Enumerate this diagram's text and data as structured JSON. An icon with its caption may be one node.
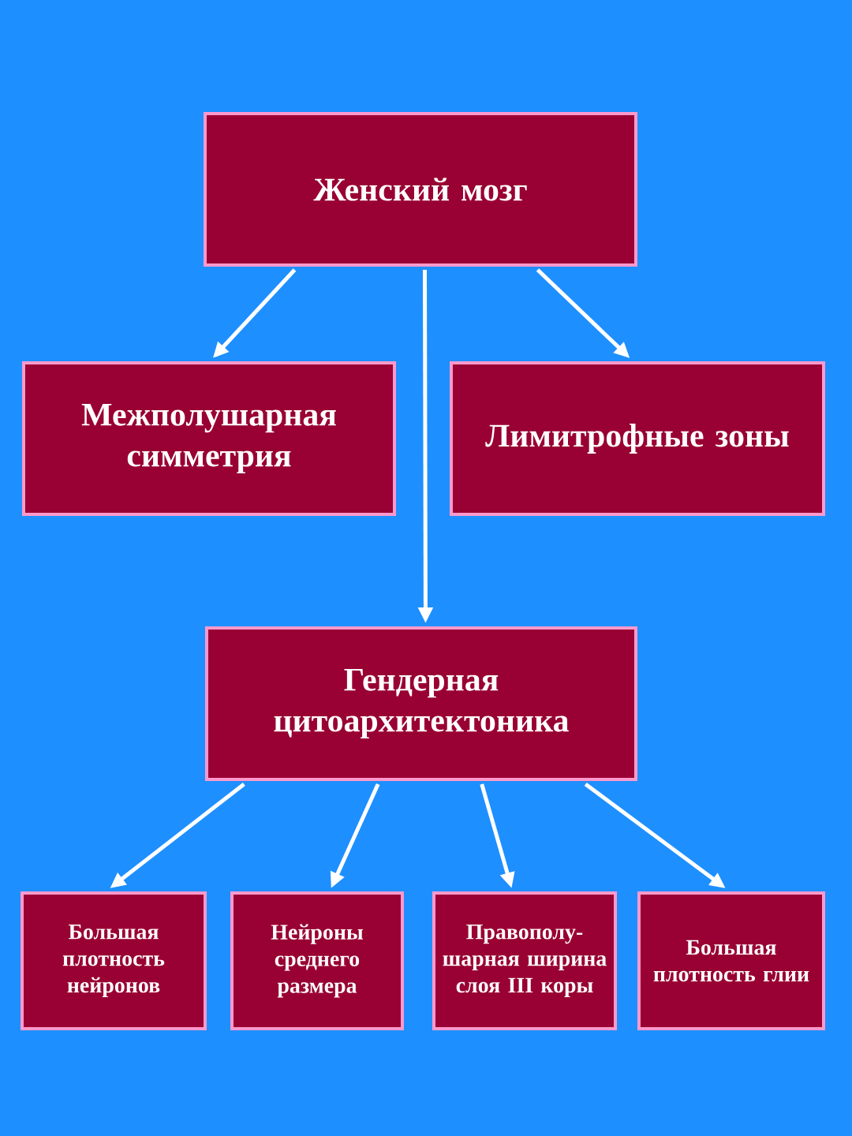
{
  "diagram": {
    "nodes": [
      {
        "text": [
          "Женский мозг"
        ]
      },
      {
        "text": [
          "Межполушарная симметрия"
        ]
      },
      {
        "text": [
          "Лимитрофные зоны"
        ]
      },
      {
        "text": [
          "Гендерная цитоархитектоника"
        ]
      },
      {
        "text": [
          "Большая плотность нейронов"
        ]
      },
      {
        "text": [
          "Нейроны среднего размера"
        ]
      },
      {
        "text": [
          "Правополу-шарная ширина слоя III коры"
        ]
      },
      {
        "text": [
          "Большая плотность глии"
        ]
      }
    ],
    "edges": [
      {
        "from": 0,
        "to": 1,
        "arrow": "to"
      },
      {
        "from": 0,
        "to": 3,
        "arrow": "to"
      },
      {
        "from": 0,
        "to": 2,
        "arrow": "to"
      },
      {
        "from": 3,
        "to": 4,
        "arrow": "to"
      },
      {
        "from": 3,
        "to": 5,
        "arrow": "to"
      },
      {
        "from": 3,
        "to": 6,
        "arrow": "to"
      },
      {
        "from": 3,
        "to": 7,
        "arrow": "to"
      }
    ]
  }
}
